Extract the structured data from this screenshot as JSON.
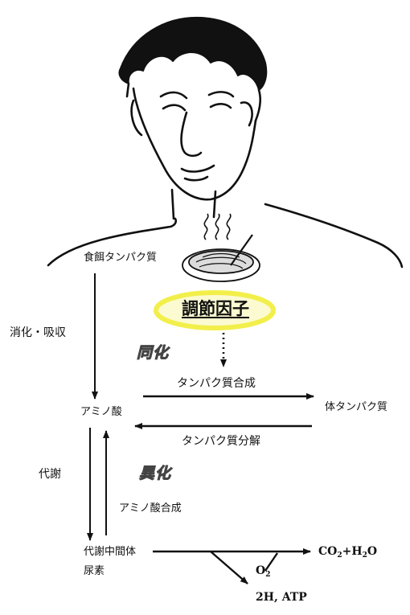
{
  "labels": {
    "food_protein": "食餌タンパク質",
    "regulator": "調節因子",
    "digestion": "消化・吸収",
    "anabolism": "同化",
    "protein_synthesis": "タンパク質合成",
    "amino_acid": "アミノ酸",
    "body_protein": "体タンパク質",
    "protein_breakdown": "タンパク質分解",
    "metabolism": "代謝",
    "catabolism": "異化",
    "amino_acid_synthesis": "アミノ酸合成",
    "metabolic_intermediate": "代謝中間体",
    "urea": "尿素",
    "co2": "CO",
    "co2_sub": "2",
    "plus_h2o": "+H",
    "h2o_sub": "2",
    "h2o_o": "O",
    "o2": "O",
    "o2_sub": "2",
    "energy": "2H, ATP"
  },
  "colors": {
    "highlight": "#f2ef4a",
    "ink": "#111111"
  },
  "icons": {
    "person": "man-illustration",
    "food": "meal-plate-icon"
  }
}
